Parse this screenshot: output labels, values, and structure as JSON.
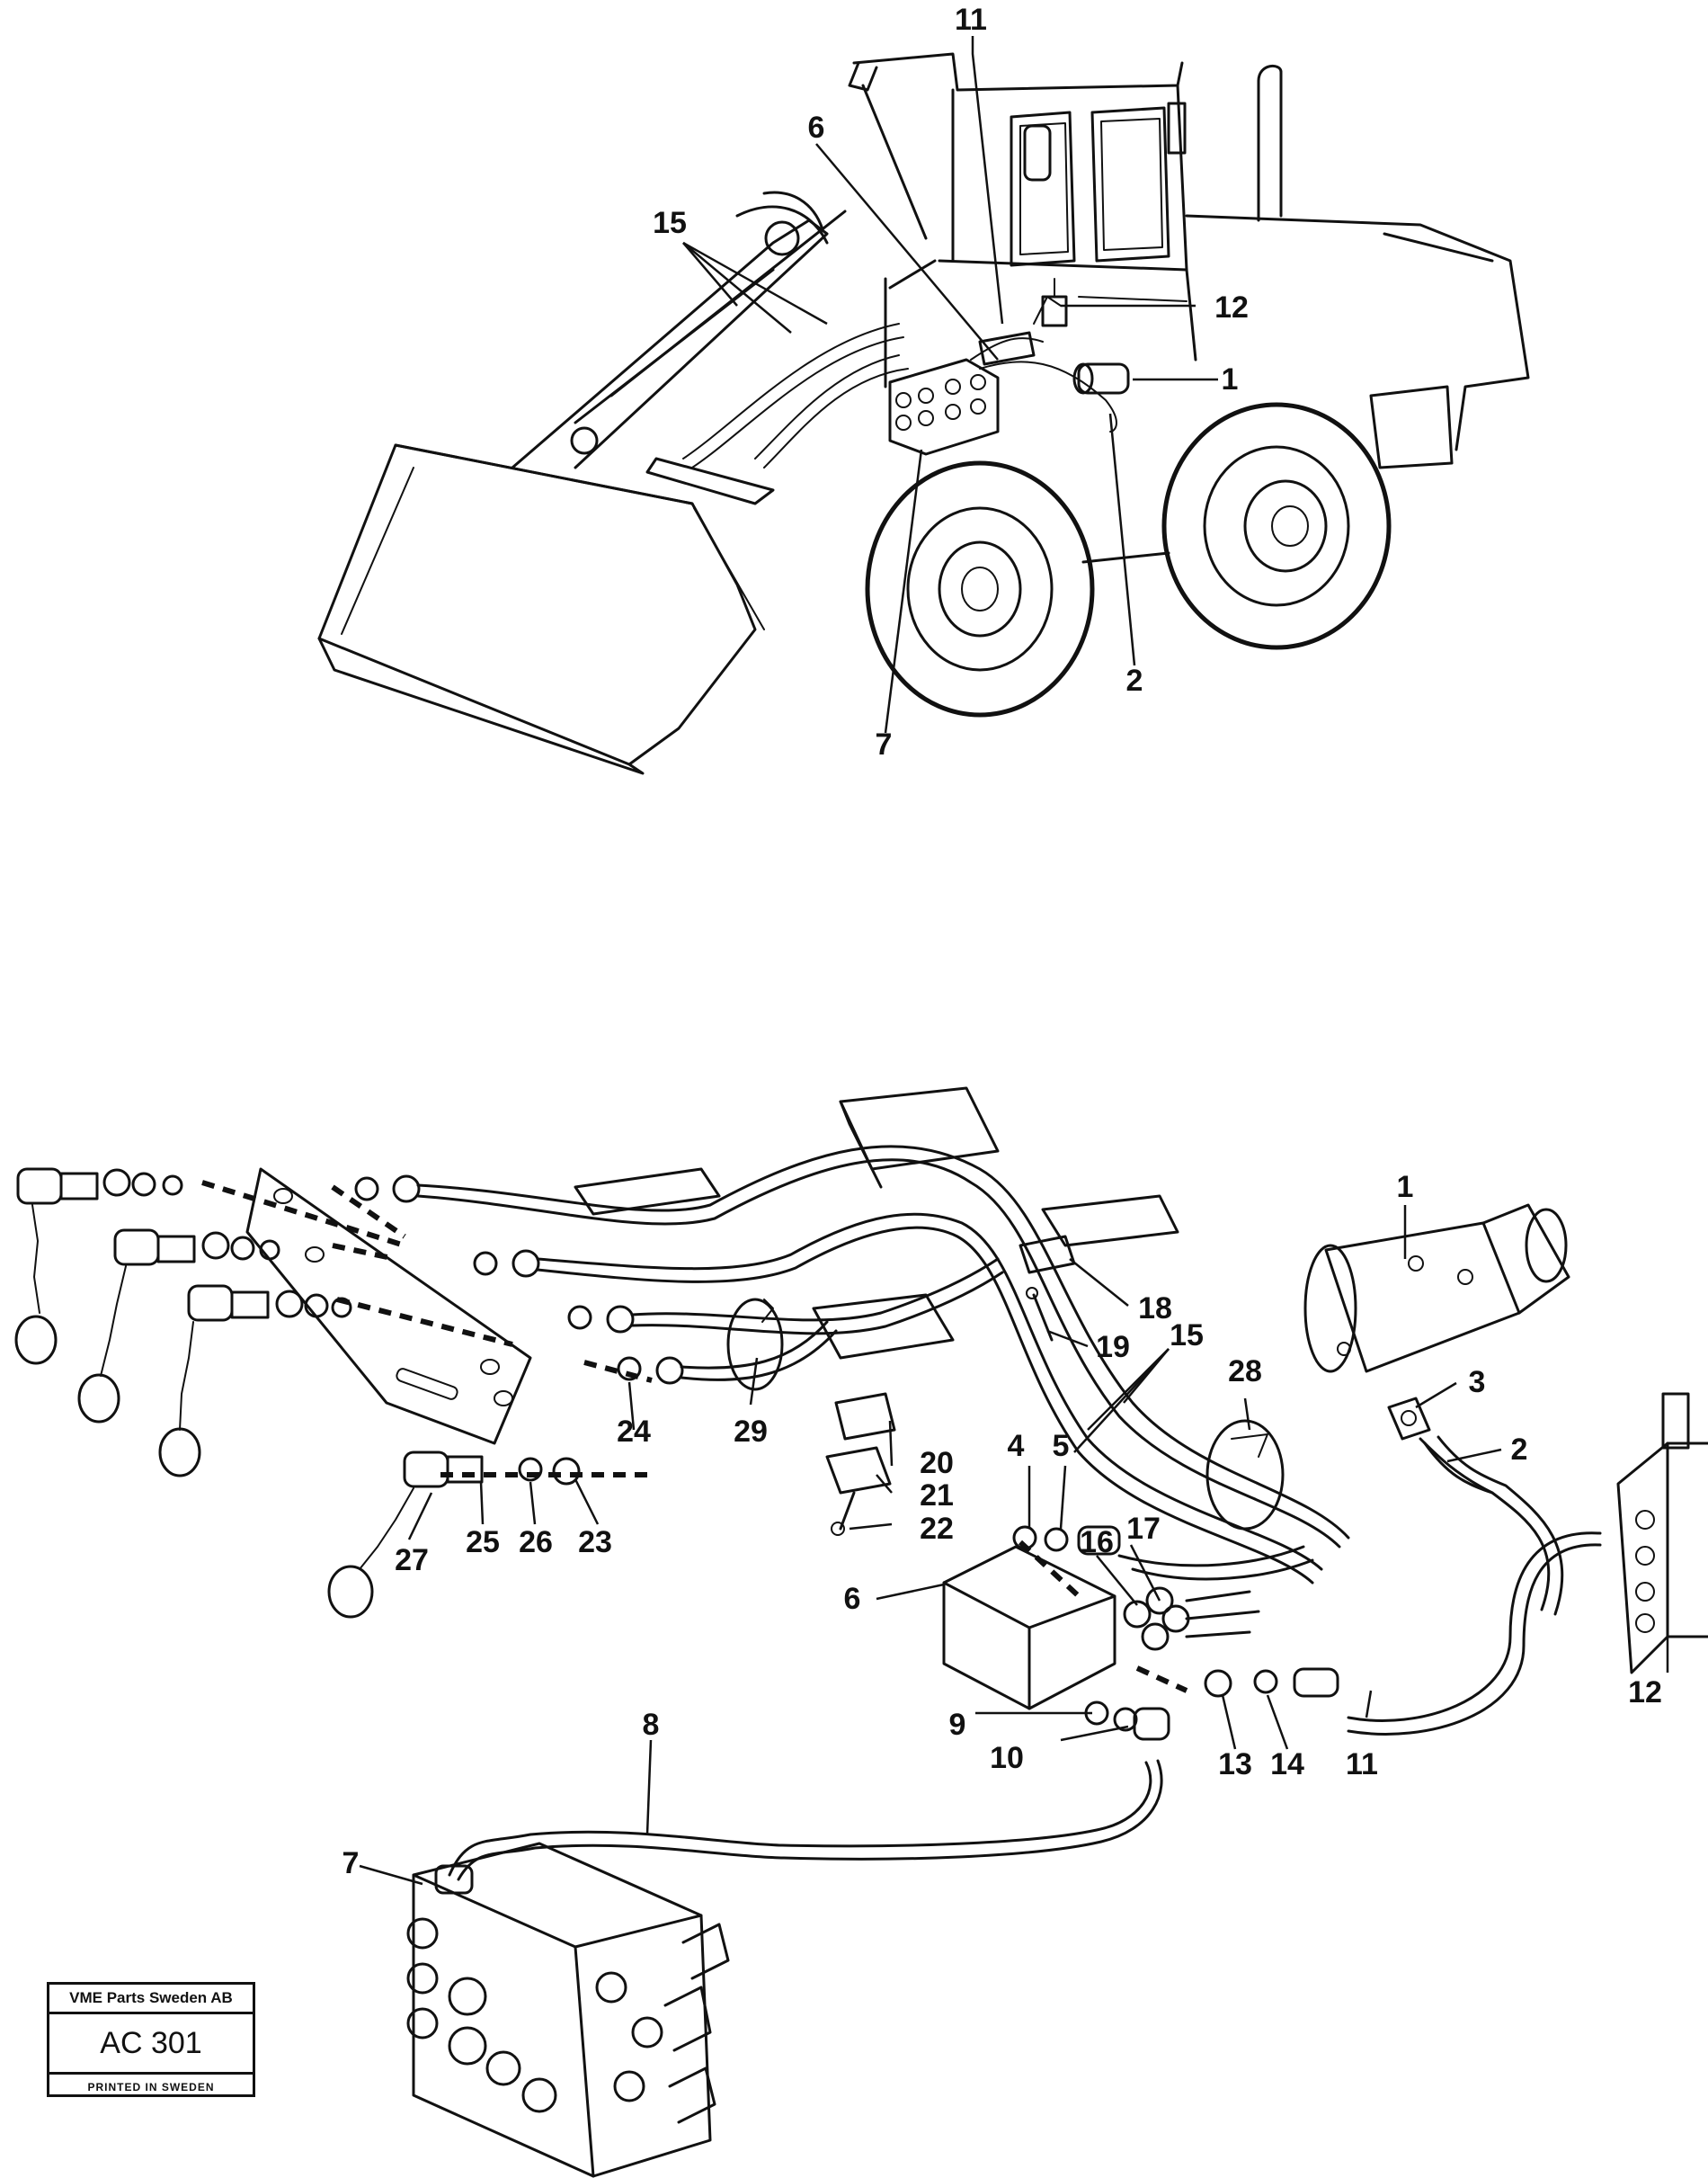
{
  "overview_callouts": {
    "c1": "1",
    "c2": "2",
    "c6": "6",
    "c7": "7",
    "c11": "11",
    "c12": "12",
    "c15": "15"
  },
  "detail_callouts": {
    "c1": "1",
    "c2": "2",
    "c3": "3",
    "c4": "4",
    "c5": "5",
    "c6": "6",
    "c7": "7",
    "c8": "8",
    "c9": "9",
    "c10": "10",
    "c11": "11",
    "c12": "12",
    "c13": "13",
    "c14": "14",
    "c15": "15",
    "c16": "16",
    "c17": "17",
    "c18": "18",
    "c19": "19",
    "c20": "20",
    "c21": "21",
    "c22": "22",
    "c23": "23",
    "c24": "24",
    "c25": "25",
    "c26": "26",
    "c27": "27",
    "c28": "28",
    "c29": "29"
  },
  "stamp": {
    "company": "VME Parts Sweden AB",
    "code": "AC 301",
    "printed": "PRINTED IN SWEDEN"
  }
}
